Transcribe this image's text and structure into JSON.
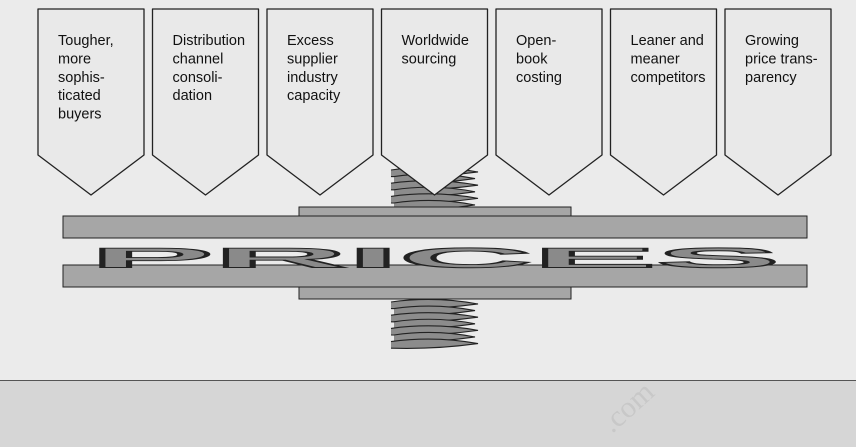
{
  "pressures": [
    {
      "lines": [
        "Tougher,",
        "more",
        "sophis-",
        "ticated",
        "buyers"
      ]
    },
    {
      "lines": [
        "Distribution",
        "channel",
        "consoli-",
        "dation"
      ]
    },
    {
      "lines": [
        "Excess",
        "supplier",
        "industry",
        "capacity"
      ]
    },
    {
      "lines": [
        "Worldwide",
        "sourcing"
      ]
    },
    {
      "lines": [
        "Open-",
        "book",
        "costing"
      ]
    },
    {
      "lines": [
        "Leaner and",
        "meaner",
        "competitors"
      ]
    },
    {
      "lines": [
        "Growing",
        "price trans-",
        "parency"
      ]
    }
  ],
  "press_word": "PRICES",
  "watermark": ".com",
  "colors": {
    "background": "#ebebeb",
    "arrow_fill": "#e9e9e9",
    "plate_fill": "#a6a6a6",
    "screw_fill": "#8c8c8c",
    "letter_fill": "#8a8a8a",
    "footer_band": "#d6d6d6",
    "stroke": "#222222"
  }
}
